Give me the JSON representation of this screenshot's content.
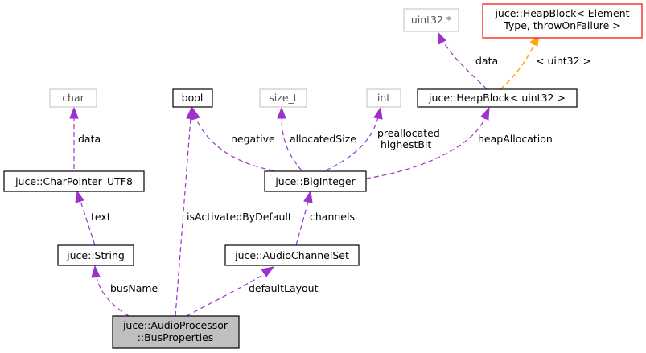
{
  "nodes": {
    "char": "char",
    "bool": "bool",
    "size_t": "size_t",
    "int": "int",
    "uint32_ptr": "uint32 *",
    "heapblock_generic_l1": "juce::HeapBlock< Element",
    "heapblock_generic_l2": "Type, throwOnFailure >",
    "heapblock_uint32": "juce::HeapBlock< uint32 >",
    "charpointer": "juce::CharPointer_UTF8",
    "biginteger": "juce::BigInteger",
    "string": "juce::String",
    "audiochannelset": "juce::AudioChannelSet",
    "busprops_l1": "juce::AudioProcessor",
    "busprops_l2": "::BusProperties"
  },
  "edges": {
    "data_char": "data",
    "text": "text",
    "busName": "busName",
    "isActivatedByDefault": "isActivatedByDefault",
    "negative": "negative",
    "allocatedSize": "allocatedSize",
    "preallocated": "preallocated",
    "highestBit": "highestBit",
    "heapAllocation": "heapAllocation",
    "data_uint32": "data",
    "template_arg": "< uint32 >",
    "channels": "channels",
    "defaultLayout": "defaultLayout"
  },
  "colors": {
    "edge": "#9a32cd",
    "template_edge": "#ffa500",
    "focus_fill": "#bfbfbf",
    "external_border": "#bfbfbf",
    "template_border": "#ff0000"
  }
}
